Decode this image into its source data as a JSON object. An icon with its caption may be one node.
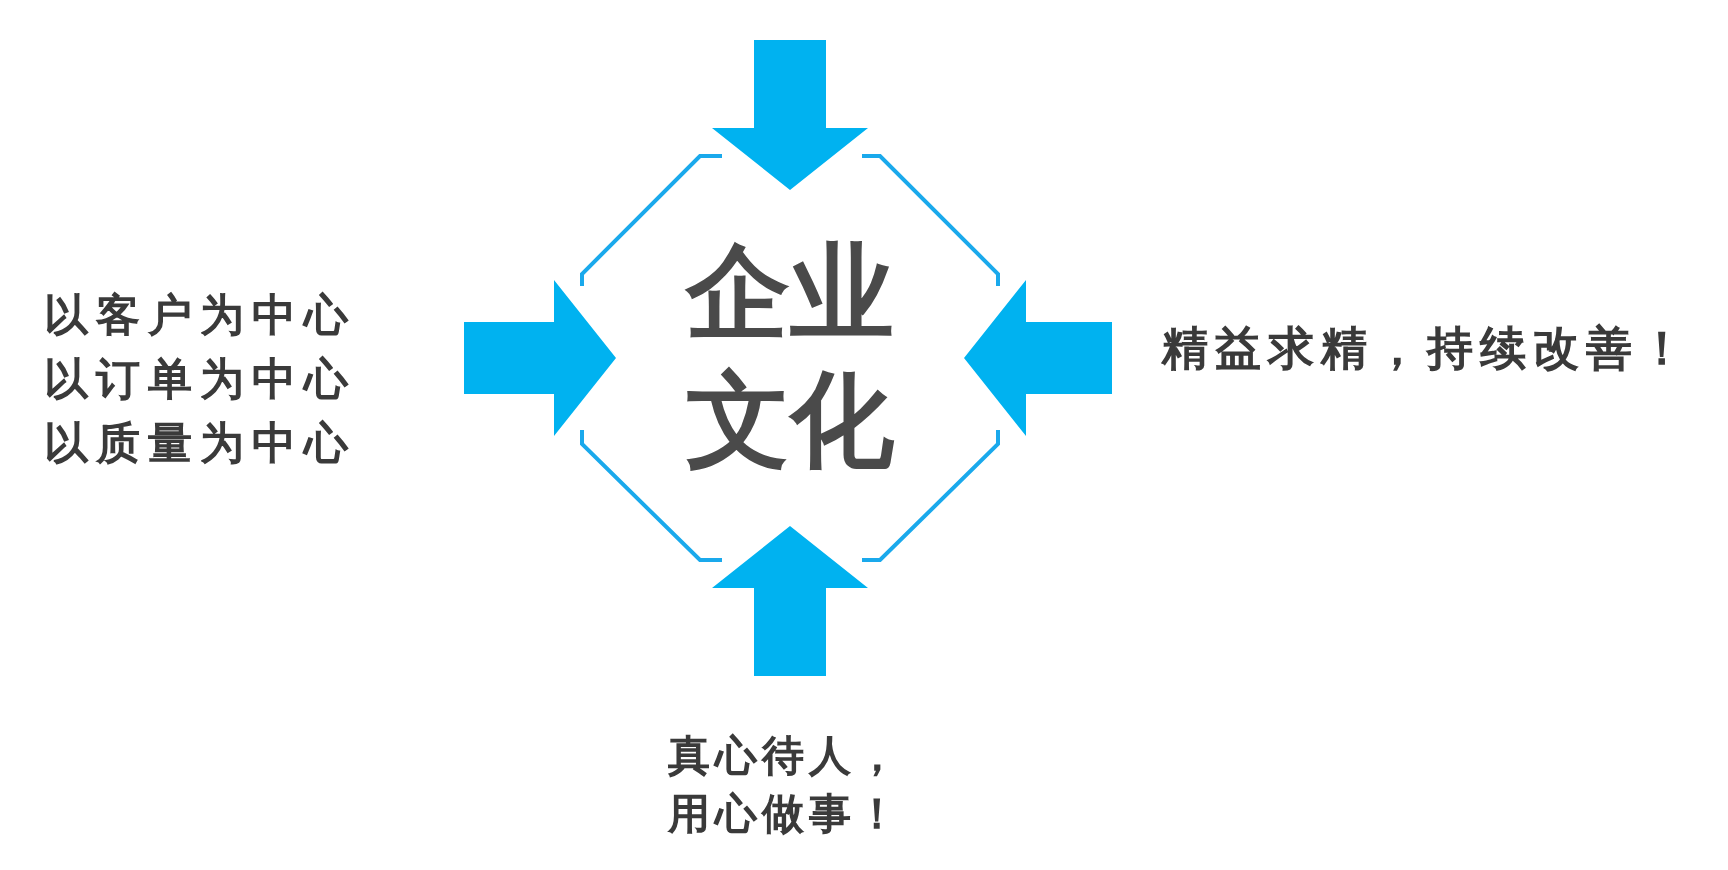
{
  "diagram": {
    "nodes": [
      {
        "text": [
          "企业文化"
        ]
      },
      {
        "text": [
          "以客户为中心",
          "以订单为中心",
          "以质量为中心"
        ]
      },
      {
        "text": [
          "精益求精，持续改善！"
        ]
      },
      {
        "text": [
          "真心待人，用心做事！"
        ]
      }
    ],
    "edges": [
      {
        "from": null,
        "to": 0,
        "arrow": "to"
      },
      {
        "from": 1,
        "to": 0,
        "arrow": "to"
      },
      {
        "from": 2,
        "to": 0,
        "arrow": "to"
      },
      {
        "from": 3,
        "to": 0,
        "arrow": "to"
      }
    ]
  }
}
